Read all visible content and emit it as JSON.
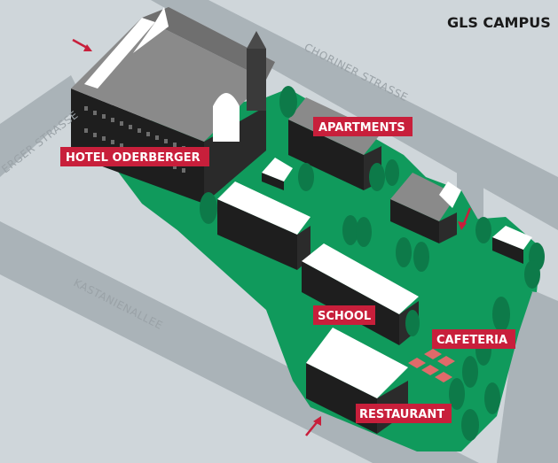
{
  "title": "GLS CAMPUS",
  "streets": {
    "choriner": "CHORINER STRASSE",
    "oderberger": "ERGER STRASSE",
    "kastanien": "KASTANIENALLEE"
  },
  "places": {
    "hotel": "HOTEL ODERBERGER",
    "apartments": "APARTMENTS",
    "school": "SCHOOL",
    "cafeteria": "CAFETERIA",
    "restaurant": "RESTAURANT"
  },
  "colors": {
    "street": "#aab3b8",
    "block": "#cfd6da",
    "green": "#109a5c",
    "tree": "#0d7a49",
    "label_bg": "#c81f3b",
    "building_dark": "#1e1e1e",
    "roof_white": "#ffffff",
    "roof_grey": "#7c7c7c",
    "arrow": "#c81f3b"
  },
  "icons": [
    "entrance-arrow-icon",
    "tree-icon",
    "parasol-icon",
    "building-icon"
  ]
}
